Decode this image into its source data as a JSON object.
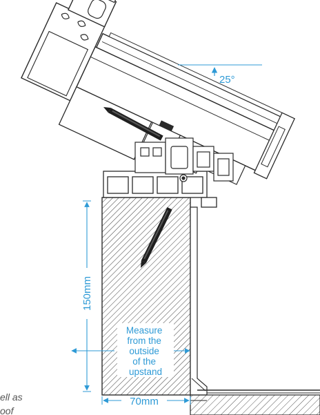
{
  "annotations": {
    "angle_label": "25°",
    "height_label": "150mm",
    "width_label": "70mm",
    "measure_note": [
      "Measure",
      "from the",
      "outside",
      "of the",
      "upstand"
    ],
    "caption_partial": [
      "ell as",
      "oof"
    ]
  },
  "colors": {
    "annotation": "#2e9ad6",
    "frame_stroke": "#2a2a2a",
    "hatch": "#2a2a2a",
    "pencil": "#1f1f1f",
    "caption": "#555555"
  },
  "icons": {
    "pencil_top": "pencil-icon",
    "pencil_bottom": "pencil-icon"
  }
}
